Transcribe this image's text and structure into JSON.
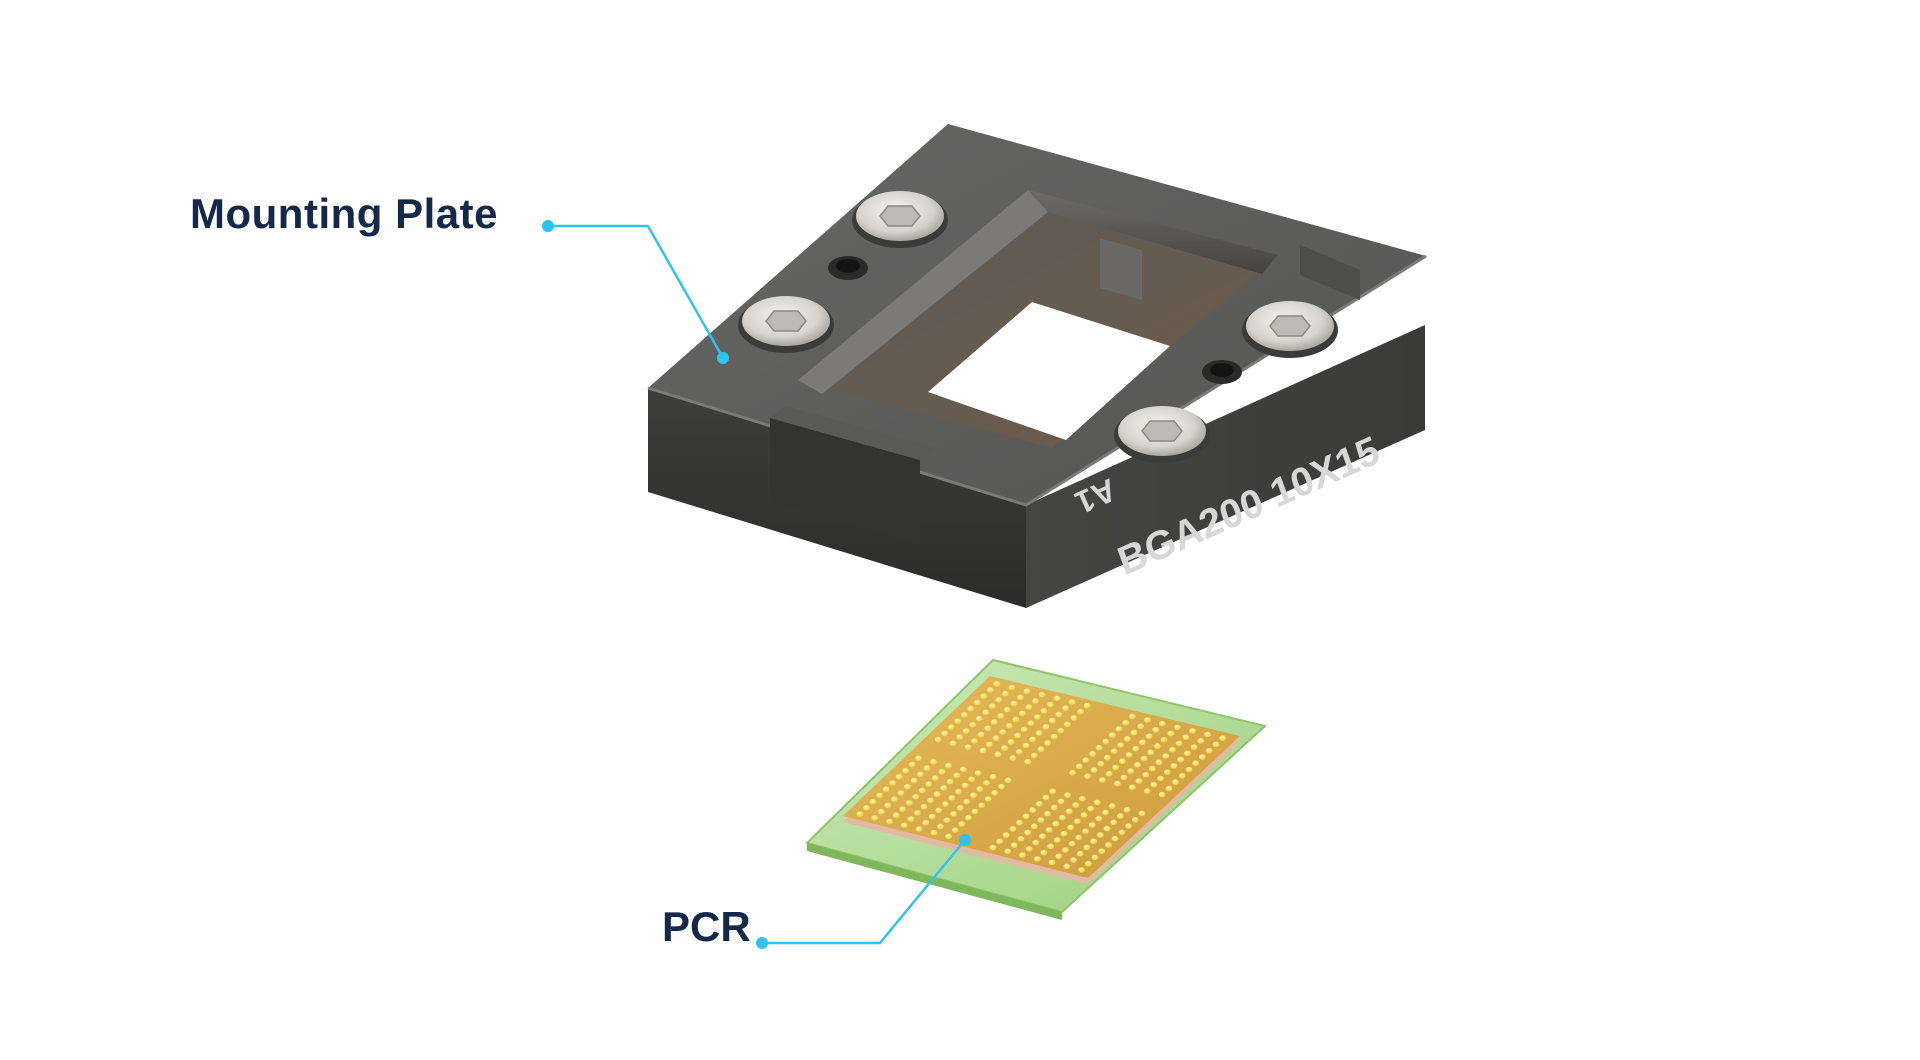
{
  "labels": {
    "mounting_plate": "Mounting Plate",
    "pcr": "PCR"
  },
  "engraving": {
    "part_number": "BGA200 10X15",
    "pin_marker": "A1"
  },
  "icons": [
    "hex-socket-screw-icon",
    "dowel-hole-icon",
    "solder-ball-array-icon"
  ],
  "colors": {
    "label_text": "#14284a",
    "leader_line": "#2fc4ee",
    "plate_body": "#4a4a49",
    "pad_gold": "#d9a94a",
    "solder_ball": "#f0dd57",
    "substrate_green": "#b8e0a0"
  }
}
